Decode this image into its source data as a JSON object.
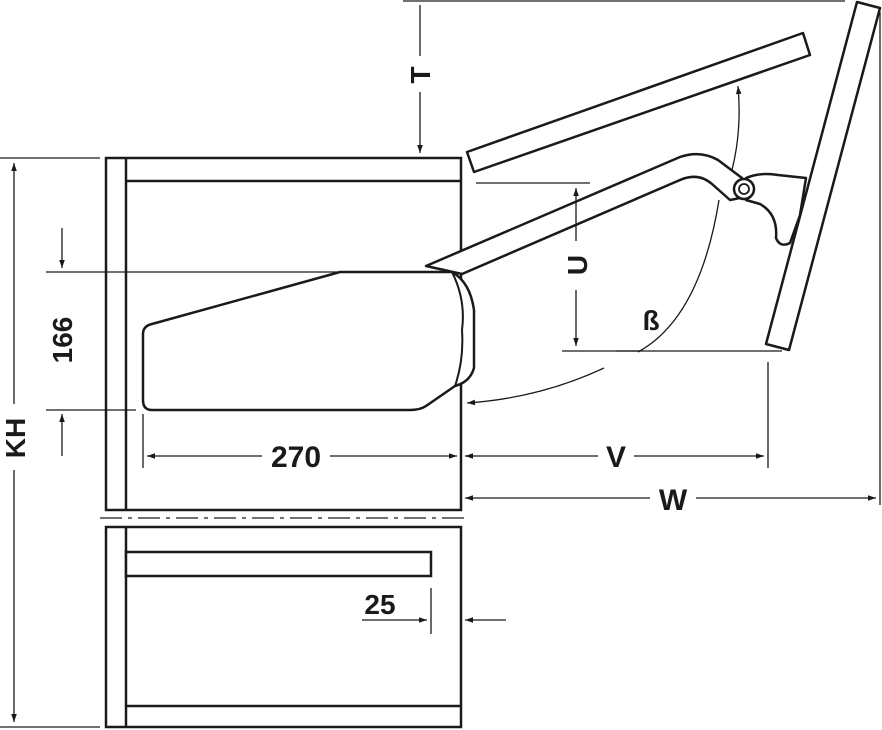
{
  "labels": {
    "T": "T",
    "U": "U",
    "V": "V",
    "W": "W",
    "KH": "KH",
    "beta": "ß",
    "dim_166": "166",
    "dim_270": "270",
    "dim_25": "25"
  },
  "colors": {
    "stroke": "#1a1a1a",
    "panel_fill": "#ffffff"
  }
}
